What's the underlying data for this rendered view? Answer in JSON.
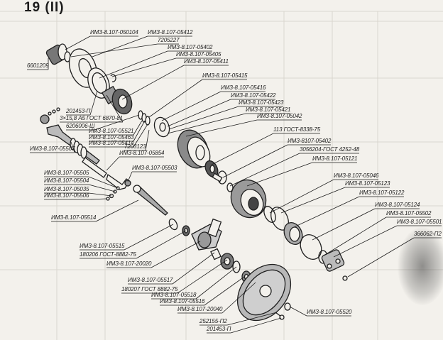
{
  "title": "19 (II)",
  "labels": [
    "ИМЗ-8.107-050104",
    "ИМЗ-8.107-05412",
    "7205227",
    "ИМЗ-8.107-05402",
    "ИМЗ-8.107-05405",
    "ИМЗ-8.107-05411",
    "6601209",
    "ИМЗ-8.107-05415",
    "ИМЗ-8.107-05416",
    "ИМЗ-8.107-05422",
    "ИМЗ-8.107-05423",
    "ИМЗ-8.107-05421",
    "ИМЗ-8.107-05042",
    "201453-П",
    "3×15,8 А5 ГОСТ 6870-81",
    "6206006-Ш",
    "ИМЗ-8.107-05521",
    "ИМЗ-8.107-05463",
    "ИМЗ-8.107-05414",
    "7203123",
    "ИМЗ-8.107-05507",
    "113 ГОСТ-8338-75",
    "ИМЗ-8.107-05854",
    "ИМЗ-8107-05402",
    "3056204-ГОСТ 4252-48",
    "ИМЗ-8.107-05121",
    "ИМЗ-8.107-05503",
    "ИМЗ-8.107-05505",
    "ИМЗ-8.107-05504",
    "ИМЗ-8.107-05035",
    "ИМЗ-8.107-05506",
    "ИМЗ-8.107-05046",
    "ИМЗ-8.107-05123",
    "ИМЗ-8.107-05122",
    "ИМЗ-8.107-05124",
    "ИМЗ-8.107-05502",
    "ИМЗ-8.107-05501",
    "366062-П2",
    "ИМЗ-8.107-05514",
    "ИМЗ-8.107-05515",
    "180206 ГОСТ-8882-75",
    "ИМЗ-8.107-20020",
    "ИМЗ-8.107-05517",
    "180207 ГОСТ 8882-75",
    "ИМЗ-8.107-05518",
    "ИМЗ-8.107-05516",
    "ИМЗ-8.107-20040",
    "ИМЗ-8.107-05520",
    "252155-П2",
    "201453-П"
  ]
}
